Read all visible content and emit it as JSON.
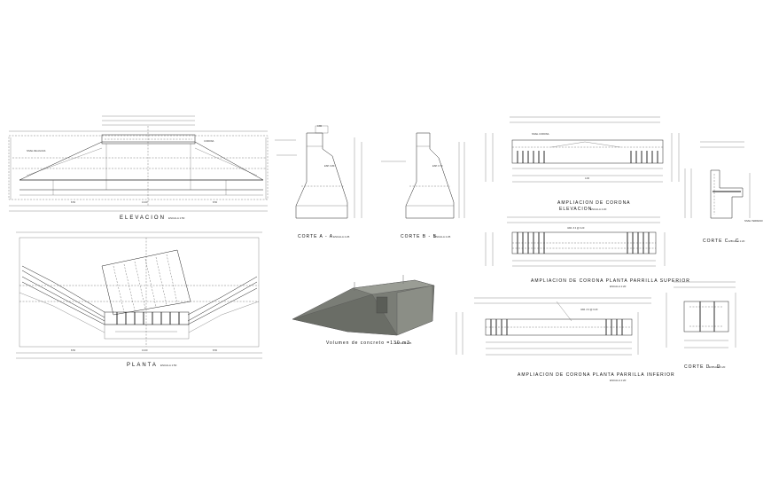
{
  "sheet": {
    "background": "#ffffff",
    "line_color": "#222222",
    "model_fill": "#7a7d76"
  },
  "titles": {
    "elevacion": "ELEVACION",
    "elevacion_scale": "ESCALA 1:50",
    "planta": "PLANTA",
    "planta_scale": "ESCALA 1:50",
    "corte_aa": "CORTE A - A",
    "corte_aa_scale": "ESCALA 1:25",
    "corte_bb": "CORTE B - B",
    "corte_bb_scale": "ESCALA 1:25",
    "volumen": "Volumen de concreto =130 m3",
    "volumen_scale": "ESCALA 1:25",
    "ampliacion_corona": "AMPLIACION DE CORONA",
    "ampliacion_corona_sub": "ELEVACION",
    "ampliacion_corona_sub_scale": "ESCALA 1:20",
    "corte_cc": "CORTE C - C",
    "corte_cc_scale": "ESCALA 1:20",
    "parrilla_superior": "AMPLIACION DE CORONA PLANTA PARRILLA SUPERIOR",
    "parrilla_superior_scale": "ESCALA 1:20",
    "parrilla_inferior": "AMPLIACION DE CORONA PLANTA PARRILLA INFERIOR",
    "parrilla_inferior_scale": "ESCALA 1:20",
    "corte_dd": "CORTE D - D",
    "corte_dd_scale": "ESCALA 1:20"
  }
}
